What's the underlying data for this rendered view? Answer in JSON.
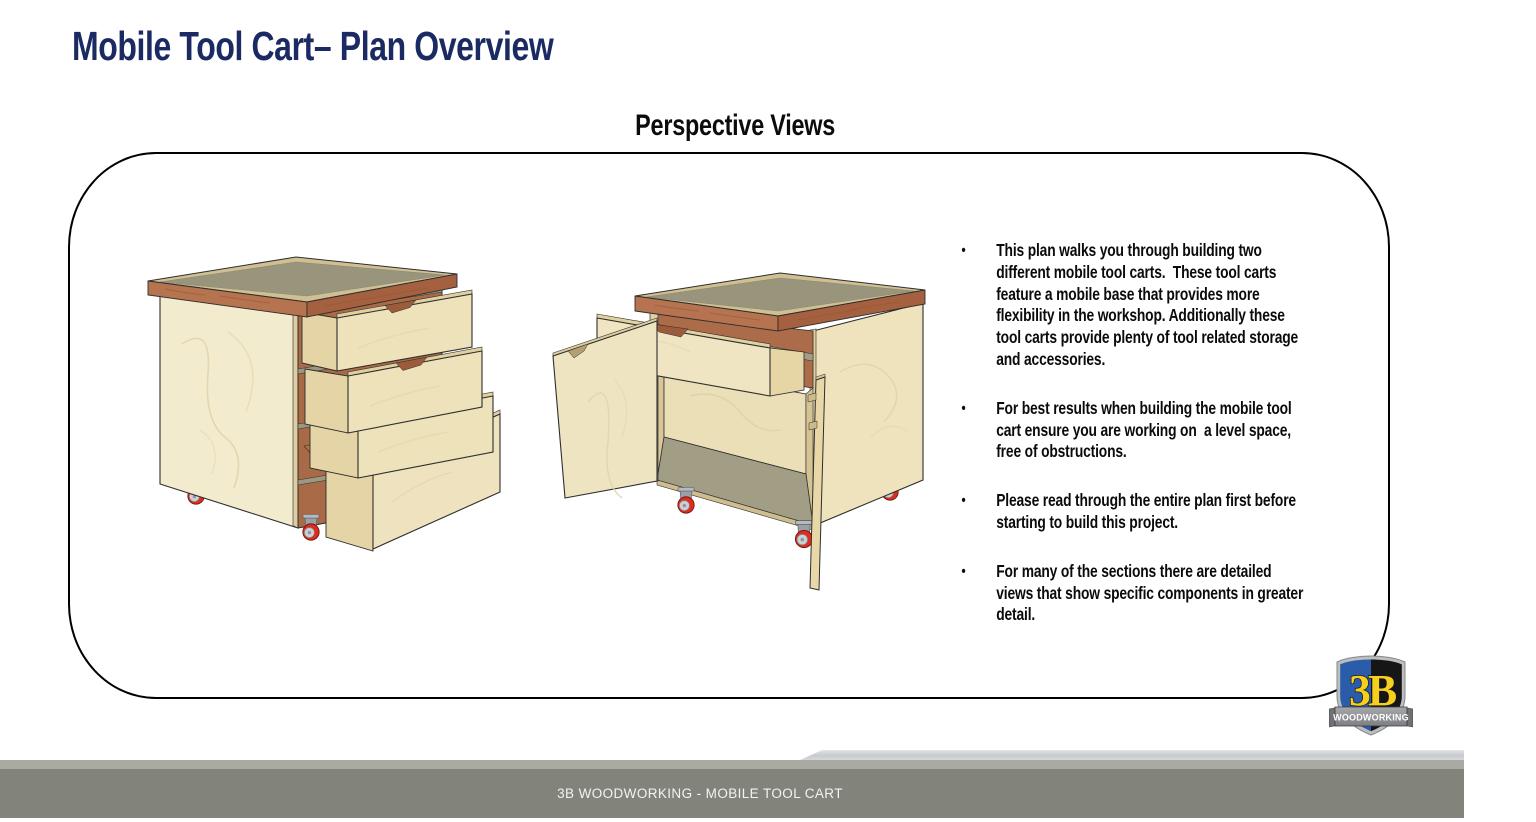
{
  "page": {
    "title": "Mobile Tool Cart– Plan Overview",
    "section_heading": "Perspective Views",
    "bullet_char": "•"
  },
  "bullets": [
    "This plan walks you through building two different mobile tool carts.  These tool carts feature a mobile base that provides more flexibility in the workshop. Additionally these tool carts provide plenty of tool related storage and accessories.",
    "For best results when building the mobile tool cart ensure you are working on  a level space, free of obstructions.",
    "Please read through the entire plan first before starting to build this project.",
    "For many of the sections there are detailed views that show specific components in greater detail."
  ],
  "logo": {
    "monogram": "3B",
    "banner": "WOODWORKING"
  },
  "footer": {
    "label": "3B WOODWORKING - MOBILE TOOL CART"
  },
  "illustrations": {
    "left_cart": "mobile-tool-cart-with-four-open-drawers",
    "right_cart": "mobile-tool-cart-with-open-door-and-open-drawer"
  },
  "colors": {
    "title_navy": "#1b2a63",
    "footer_bar": "#82847b",
    "footer_strip": "#a9aaa2",
    "caster_red": "#e02b1d",
    "top_brown": "#b5734f",
    "top_brown_dark": "#a5613f",
    "top_surface": "#99957d",
    "plywood": "#f0e6c8",
    "logo_blue": "#2a5caa",
    "logo_yellow": "#f7cf1e"
  }
}
